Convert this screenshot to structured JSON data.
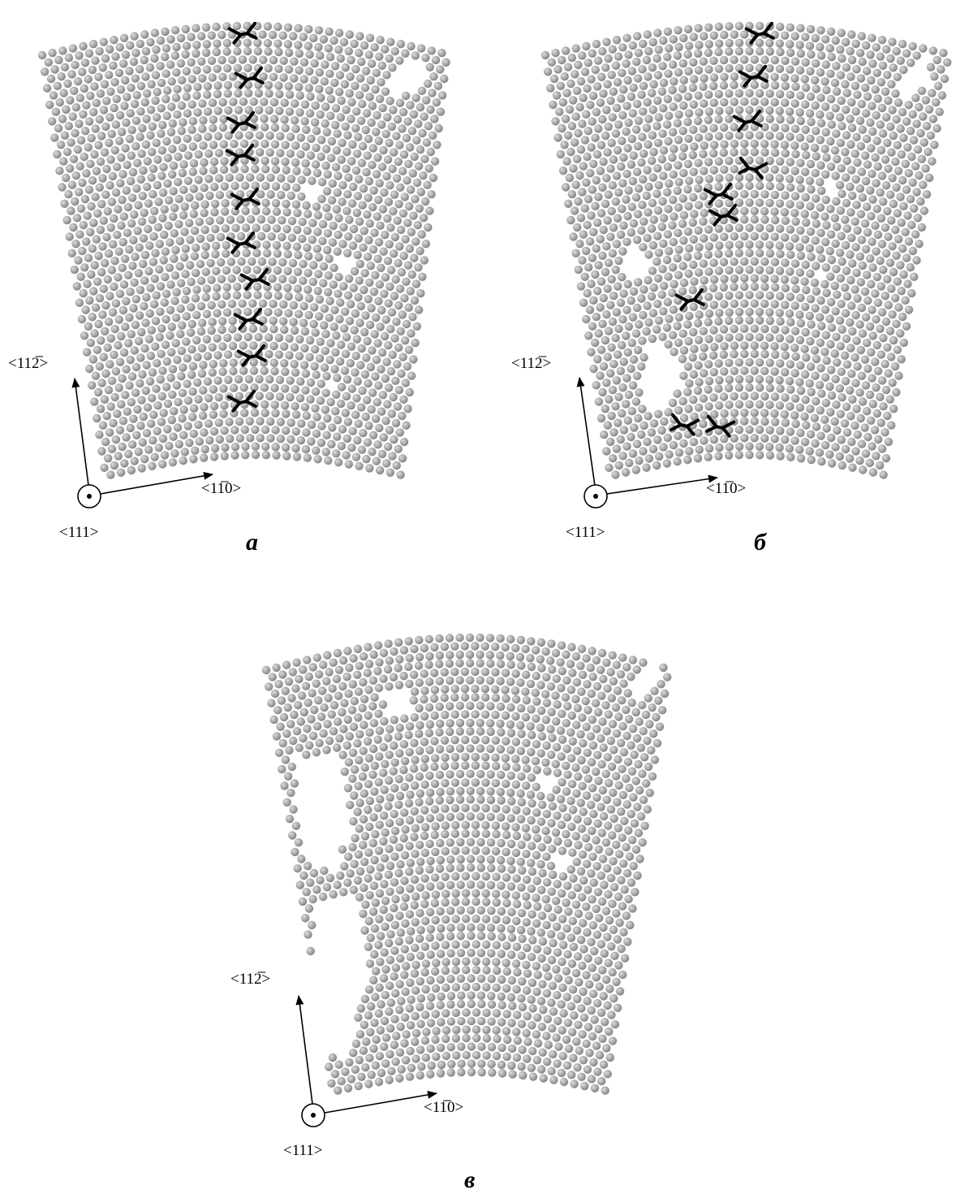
{
  "panels": [
    {
      "id": "a",
      "caption": "а",
      "axes": {
        "vertical": "<112̅>",
        "horizontal": "<11̅0>",
        "normal": "<111>"
      },
      "dislocations": [
        {
          "type": "dipole"
        },
        {
          "type": "dipole"
        },
        {
          "type": "dipole"
        },
        {
          "type": "dipole"
        },
        {
          "type": "dipole"
        },
        {
          "type": "dipole"
        },
        {
          "type": "dipole"
        },
        {
          "type": "dipole"
        },
        {
          "type": "dipole"
        },
        {
          "type": "dipole"
        }
      ]
    },
    {
      "id": "b",
      "caption": "б",
      "axes": {
        "vertical": "<112̅>",
        "horizontal": "<11̅0>",
        "normal": "<111>"
      },
      "dislocations": [
        {
          "type": "dipole"
        },
        {
          "type": "dipole"
        },
        {
          "type": "dipole"
        },
        {
          "type": "dipole"
        },
        {
          "type": "dipole"
        },
        {
          "type": "dipole"
        },
        {
          "type": "dipole"
        },
        {
          "type": "dipole"
        },
        {
          "type": "dipole"
        }
      ]
    },
    {
      "id": "c",
      "caption": "в",
      "axes": {
        "vertical": "<112̅>",
        "horizontal": "<11̅0>",
        "normal": "<111>"
      },
      "dislocations": []
    }
  ],
  "colors": {
    "atom": "#9a9a9a",
    "atom_highlight": "#d6d6d6",
    "dislocation": "#000000",
    "arrow": "#000000"
  }
}
